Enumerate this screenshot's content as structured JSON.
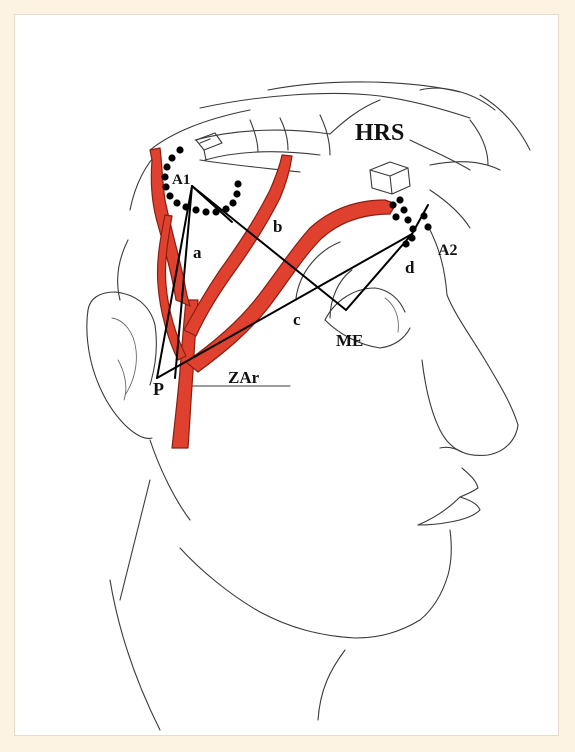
{
  "labels": {
    "hrs": "HRS",
    "a1": "A1",
    "a2": "A2",
    "line_a": "a",
    "line_b": "b",
    "line_c": "c",
    "line_d": "d",
    "me": "ME",
    "p": "P",
    "zar": "ZAr"
  },
  "colors": {
    "background": "#fdf3e3",
    "vessel_fill": "#e0412e",
    "vessel_outline": "#8a1e12",
    "line": "#000000",
    "sketch": "#3a3a3a"
  }
}
